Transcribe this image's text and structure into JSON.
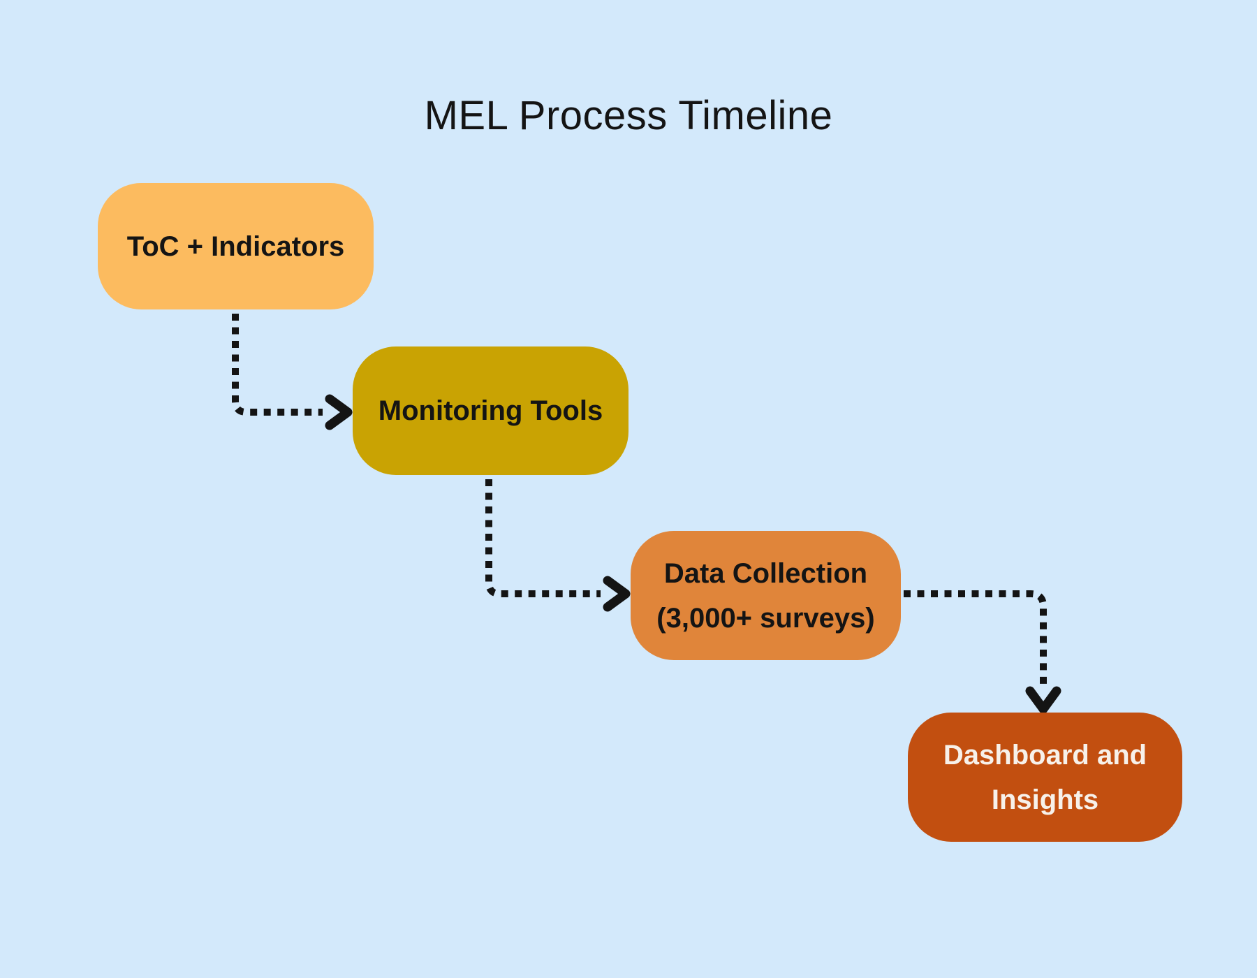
{
  "title": "MEL Process Timeline",
  "diagram_type": "flowchart-timeline",
  "colors": {
    "background": "#D3E9FB",
    "arrow": "#141414",
    "step1_fill": "#FCBB5F",
    "step2_fill": "#C9A303",
    "step3_fill": "#E0853A",
    "step4_fill": "#C24F10",
    "dark_text": "#141414",
    "light_text": "#F7F1EA"
  },
  "steps": [
    {
      "label": "ToC + Indicators",
      "fill": "#FCBB5F",
      "text_color": "#141414"
    },
    {
      "label": "Monitoring Tools",
      "fill": "#C9A303",
      "text_color": "#141414"
    },
    {
      "label": "Data Collection (3,000+ surveys)",
      "fill": "#E0853A",
      "text_color": "#141414"
    },
    {
      "label": "Dashboard and Insights",
      "fill": "#C24F10",
      "text_color": "#F7F1EA"
    }
  ],
  "connections": [
    {
      "from": "ToC + Indicators",
      "to": "Monitoring Tools",
      "style": "dotted-arrow"
    },
    {
      "from": "Monitoring Tools",
      "to": "Data Collection (3,000+ surveys)",
      "style": "dotted-arrow"
    },
    {
      "from": "Data Collection (3,000+ surveys)",
      "to": "Dashboard and Insights",
      "style": "dotted-arrow"
    }
  ]
}
